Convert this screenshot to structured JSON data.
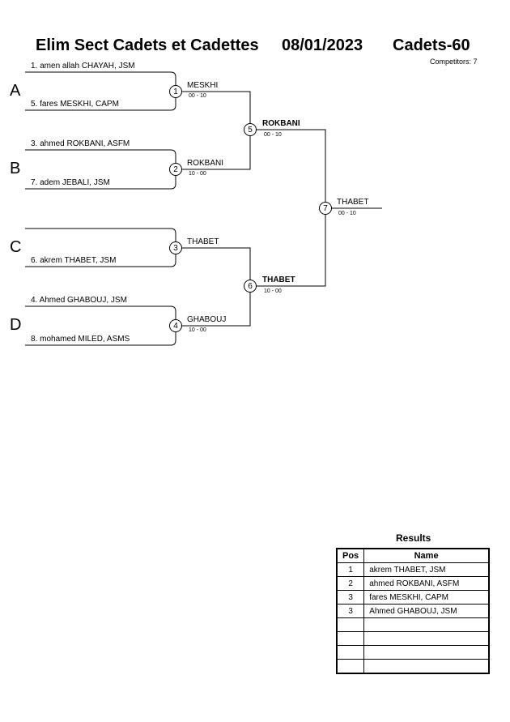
{
  "header": {
    "title": "Elim Sect Cadets et Cadettes",
    "date": "08/01/2023",
    "category": "Cadets-60",
    "competitors": "Competitors: 7"
  },
  "pools": [
    "A",
    "B",
    "C",
    "D"
  ],
  "entries": [
    "1. amen allah CHAYAH, JSM",
    "5. fares MESKHI, CAPM",
    "3. ahmed ROKBANI, ASFM",
    "7. adem JEBALI, JSM",
    "",
    "6. akrem THABET, JSM",
    "4. Ahmed GHABOUJ, JSM",
    "8. mohamed MILED, ASMS"
  ],
  "matches": [
    {
      "num": "1",
      "winner": "MESKHI",
      "score": "00 - 10"
    },
    {
      "num": "2",
      "winner": "ROKBANI",
      "score": "10 - 00"
    },
    {
      "num": "3",
      "winner": "THABET",
      "score": ""
    },
    {
      "num": "4",
      "winner": "GHABOUJ",
      "score": "10 - 00"
    },
    {
      "num": "5",
      "winner": "ROKBANI",
      "score": "00 - 10"
    },
    {
      "num": "6",
      "winner": "THABET",
      "score": "10 - 00"
    },
    {
      "num": "7",
      "winner": "THABET",
      "score": "00 - 10"
    }
  ],
  "results": {
    "title": "Results",
    "headers": [
      "Pos",
      "Name"
    ],
    "rows": [
      {
        "pos": "1",
        "name": "akrem THABET, JSM"
      },
      {
        "pos": "2",
        "name": "ahmed ROKBANI, ASFM"
      },
      {
        "pos": "3",
        "name": "fares MESKHI, CAPM"
      },
      {
        "pos": "3",
        "name": "Ahmed GHABOUJ, JSM"
      },
      {
        "pos": "",
        "name": ""
      },
      {
        "pos": "",
        "name": ""
      },
      {
        "pos": "",
        "name": ""
      },
      {
        "pos": "",
        "name": ""
      }
    ]
  }
}
